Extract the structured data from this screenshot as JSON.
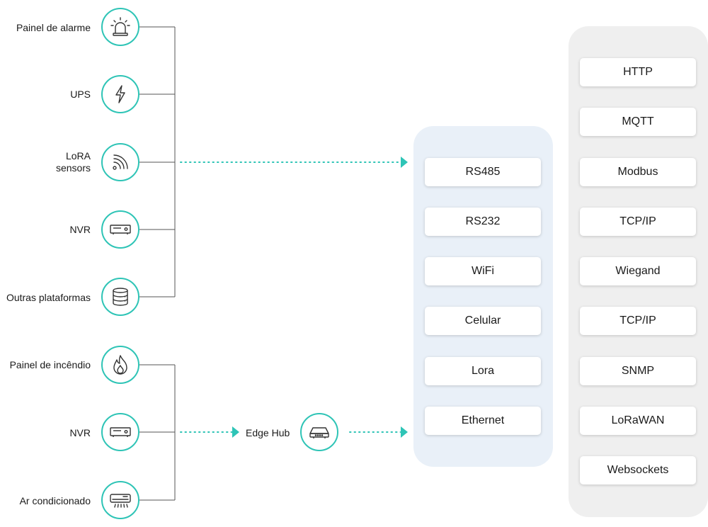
{
  "devices_group1": [
    {
      "label": "Painel de alarme",
      "icon": "alarm-light-icon"
    },
    {
      "label": "UPS",
      "icon": "lightning-icon"
    },
    {
      "label": "LoRA\nsensors",
      "icon": "wireless-signal-icon"
    },
    {
      "label": "NVR",
      "icon": "recorder-icon"
    },
    {
      "label": "Outras plataformas",
      "icon": "database-icon"
    }
  ],
  "devices_group2": [
    {
      "label": "Painel de incêndio",
      "icon": "fire-icon"
    },
    {
      "label": "NVR",
      "icon": "recorder-icon"
    },
    {
      "label": "Ar condicionado",
      "icon": "air-conditioner-icon"
    }
  ],
  "hub": {
    "label": "Edge Hub",
    "icon": "router-icon"
  },
  "interfaces": [
    "RS485",
    "RS232",
    "WiFi",
    "Celular",
    "Lora",
    "Ethernet"
  ],
  "protocols": [
    "HTTP",
    "MQTT",
    "Modbus",
    "TCP/IP",
    "Wiegand",
    "TCP/IP",
    "SNMP",
    "LoRaWAN",
    "Websockets"
  ],
  "colors": {
    "accent": "#2ec4b6",
    "interfaces_panel": "#e9f0f8",
    "protocols_panel": "#efefef",
    "line": "#555555"
  }
}
